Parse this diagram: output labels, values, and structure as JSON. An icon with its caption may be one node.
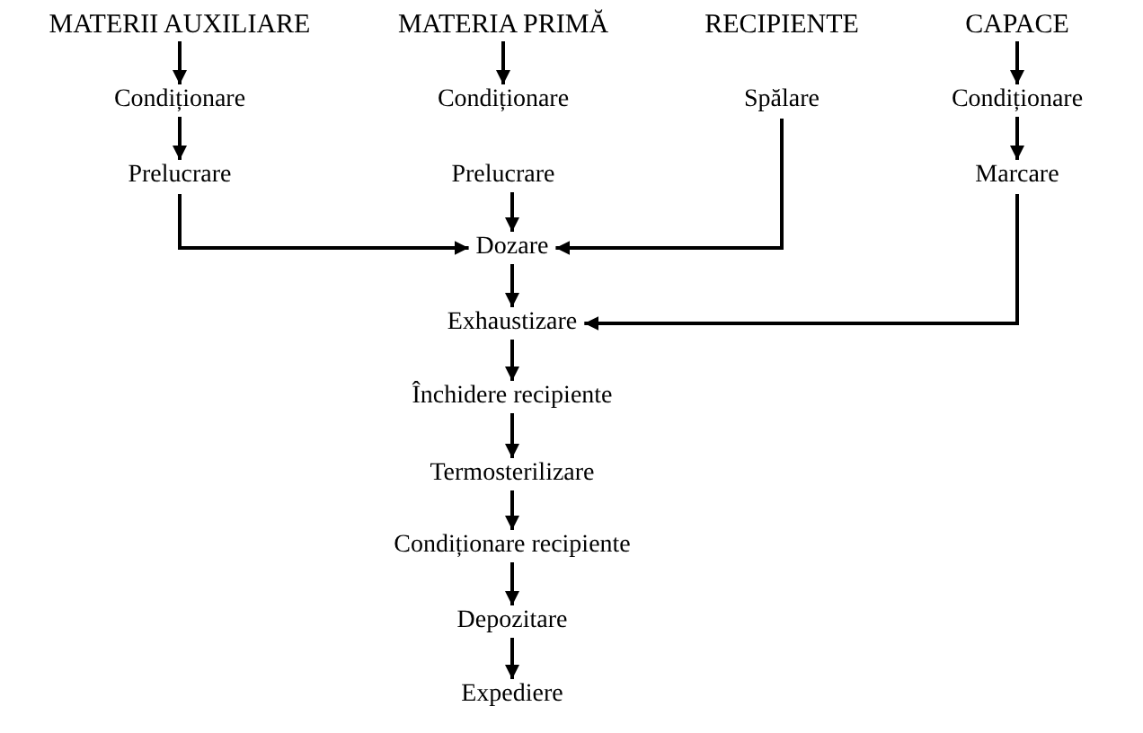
{
  "diagram": {
    "nodes": [
      {
        "text": [
          "MATERII AUXILIARE"
        ]
      },
      {
        "text": [
          "MATERIA PRIMĂ"
        ]
      },
      {
        "text": [
          "RECIPIENTE"
        ]
      },
      {
        "text": [
          "CAPACE"
        ]
      },
      {
        "text": [
          "Condiționare"
        ]
      },
      {
        "text": [
          "Condiționare"
        ]
      },
      {
        "text": [
          "Spălare"
        ]
      },
      {
        "text": [
          "Condiționare"
        ]
      },
      {
        "text": [
          "Prelucrare"
        ]
      },
      {
        "text": [
          "Prelucrare"
        ]
      },
      {
        "text": [
          "Marcare"
        ]
      },
      {
        "text": [
          "Dozare"
        ]
      },
      {
        "text": [
          "Exhaustizare"
        ]
      },
      {
        "text": [
          "Închidere recipiente"
        ]
      },
      {
        "text": [
          "Termosterilizare"
        ]
      },
      {
        "text": [
          "Condiționare recipiente"
        ]
      },
      {
        "text": [
          "Depozitare"
        ]
      },
      {
        "text": [
          "Expediere"
        ]
      }
    ],
    "edges": [
      {
        "from": 0,
        "to": 4,
        "arrow": "to"
      },
      {
        "from": 4,
        "to": 8,
        "arrow": "to"
      },
      {
        "from": 1,
        "to": 5,
        "arrow": "to"
      },
      {
        "from": 3,
        "to": 7,
        "arrow": "to"
      },
      {
        "from": 7,
        "to": 10,
        "arrow": "to"
      },
      {
        "from": 8,
        "to": 11,
        "arrow": "to"
      },
      {
        "from": 9,
        "to": 11,
        "arrow": "to"
      },
      {
        "from": 6,
        "to": 11,
        "arrow": "to"
      },
      {
        "from": 11,
        "to": 12,
        "arrow": "to"
      },
      {
        "from": 10,
        "to": 12,
        "arrow": "to"
      },
      {
        "from": 12,
        "to": 13,
        "arrow": "to"
      },
      {
        "from": 13,
        "to": 14,
        "arrow": "to"
      },
      {
        "from": 14,
        "to": 15,
        "arrow": "to"
      },
      {
        "from": 15,
        "to": 16,
        "arrow": "to"
      },
      {
        "from": 16,
        "to": 17,
        "arrow": "to"
      }
    ]
  }
}
